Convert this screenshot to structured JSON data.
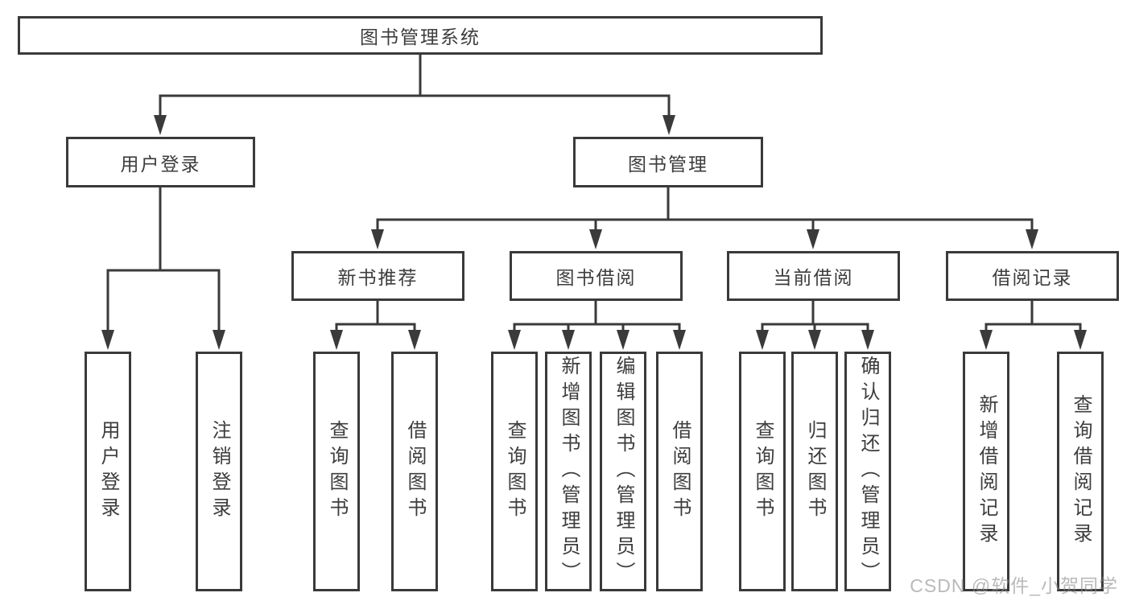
{
  "diagram": {
    "type": "tree",
    "tree": {
      "label": "图书管理系统",
      "children": [
        {
          "label": "用户登录",
          "children": [
            {
              "label": "用户登录"
            },
            {
              "label": "注销登录"
            }
          ]
        },
        {
          "label": "图书管理",
          "children": [
            {
              "label": "新书推荐",
              "children": [
                {
                  "label": "查询图书"
                },
                {
                  "label": "借阅图书"
                }
              ]
            },
            {
              "label": "图书借阅",
              "children": [
                {
                  "label": "查询图书"
                },
                {
                  "label": "新增图书（管理员）"
                },
                {
                  "label": "编辑图书（管理员）"
                },
                {
                  "label": "借阅图书"
                }
              ]
            },
            {
              "label": "当前借阅",
              "children": [
                {
                  "label": "查询图书"
                },
                {
                  "label": "归还图书"
                },
                {
                  "label": "确认归还（管理员）"
                }
              ]
            },
            {
              "label": "借阅记录",
              "children": [
                {
                  "label": "新增借阅记录"
                },
                {
                  "label": "查询借阅记录"
                }
              ]
            }
          ]
        }
      ]
    },
    "colors": {
      "line": "#3a3a3a",
      "box_background": "#ffffff",
      "text": "#3d3d3d",
      "watermark": "#8f8f8f"
    }
  },
  "watermark": {
    "text": "CSDN @软件_小贺同学"
  }
}
